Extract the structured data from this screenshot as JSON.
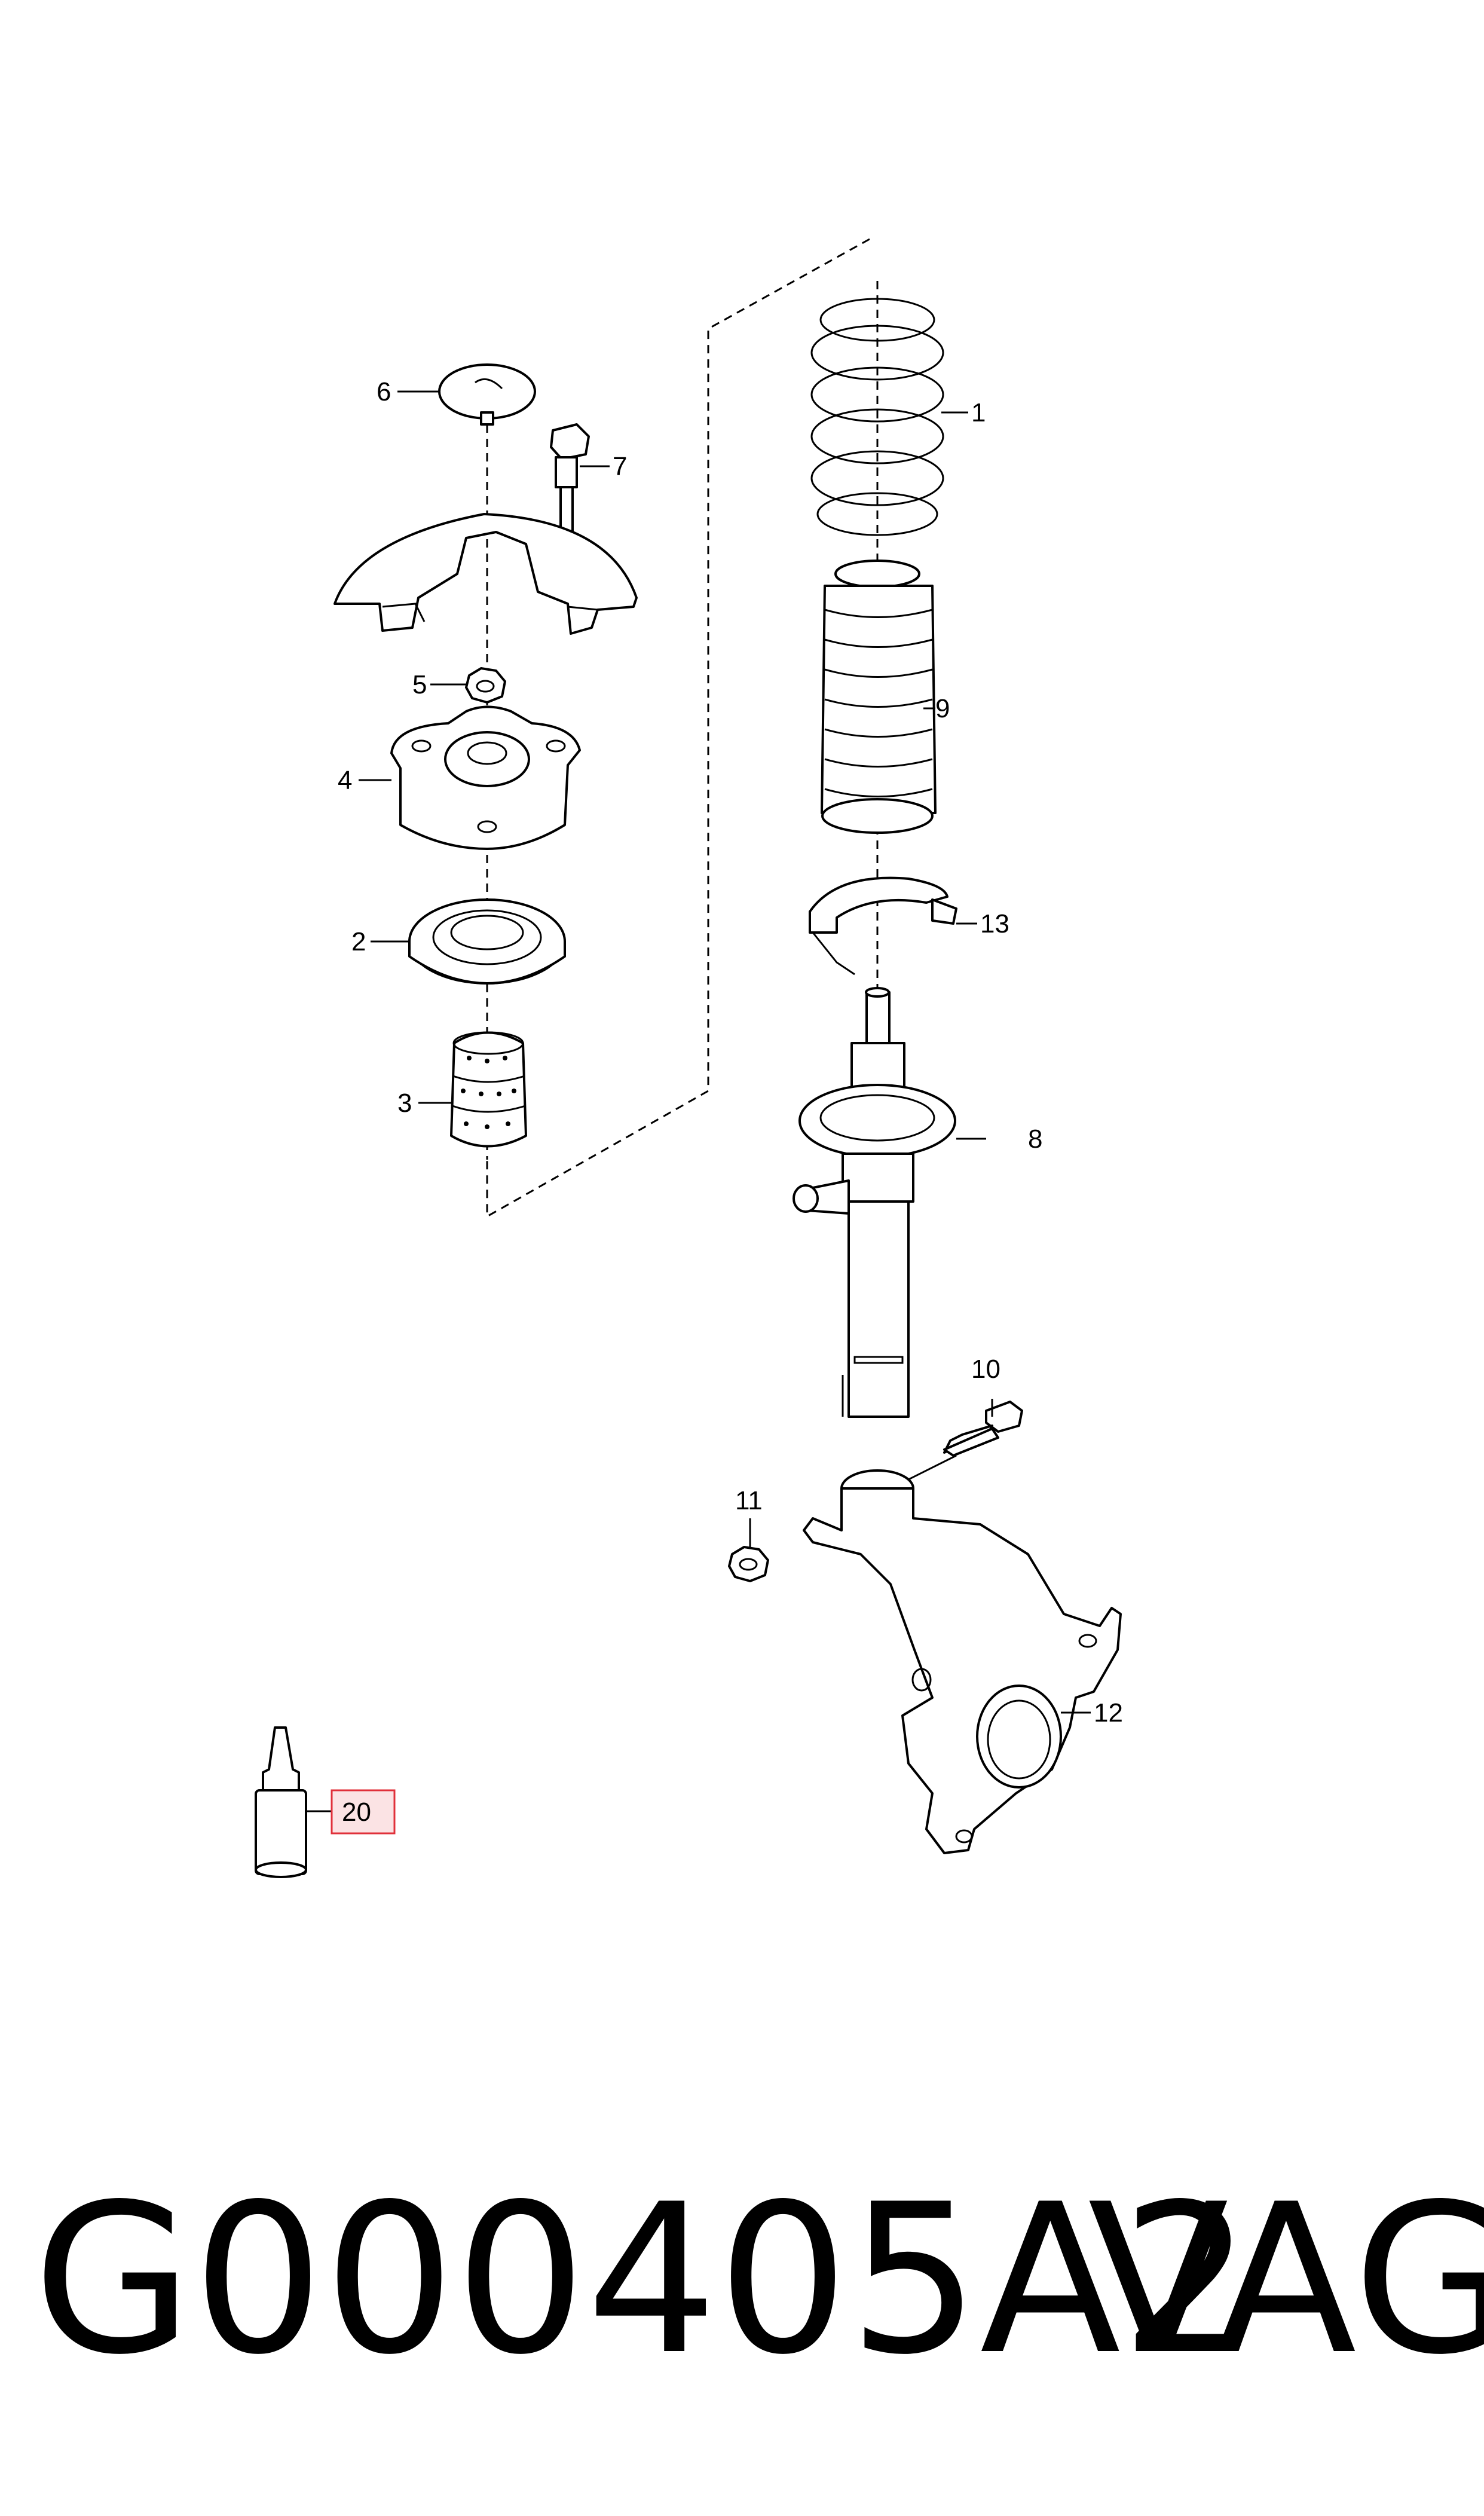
{
  "diagram": {
    "callouts": {
      "c1": "1",
      "c2": "2",
      "c3": "3",
      "c4": "4",
      "c5": "5",
      "c6": "6",
      "c7": "7",
      "c8": "8",
      "c9": "9",
      "c10": "10",
      "c11": "11",
      "c12": "12",
      "c13": "13",
      "c20": "20"
    },
    "highlight_color": "#e0303a",
    "highlight_fill": "#fbe3e4"
  },
  "footer": {
    "part_code": "G000405A2",
    "brand": "VAG"
  }
}
